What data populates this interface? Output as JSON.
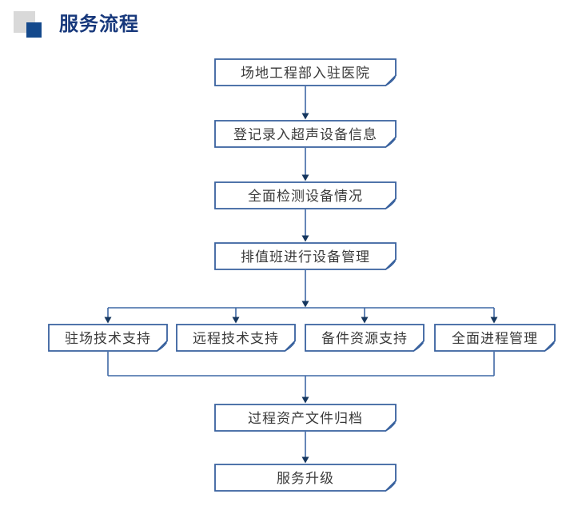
{
  "header": {
    "title": "服务流程"
  },
  "flow": {
    "nodes": {
      "step1": "场地工程部入驻医院",
      "step2": "登记录入超声设备信息",
      "step3": "全面检测设备情况",
      "step4": "排值班进行设备管理",
      "branch1": "驻场技术支持",
      "branch2": "远程技术支持",
      "branch3": "备件资源支持",
      "branch4": "全面进程管理",
      "step5": "过程资产文件归档",
      "step6": "服务升级"
    },
    "palette": {
      "title_text": "#17387b",
      "icon_gray": "#d9d9d9",
      "icon_blue": "#14498c",
      "box_border": "#38619e",
      "box_fill": "#ffffff",
      "box_text": "#3a3a3a",
      "connector_line": "#3f68a5",
      "arrowhead": "#16375f",
      "background": "#ffffff"
    }
  }
}
